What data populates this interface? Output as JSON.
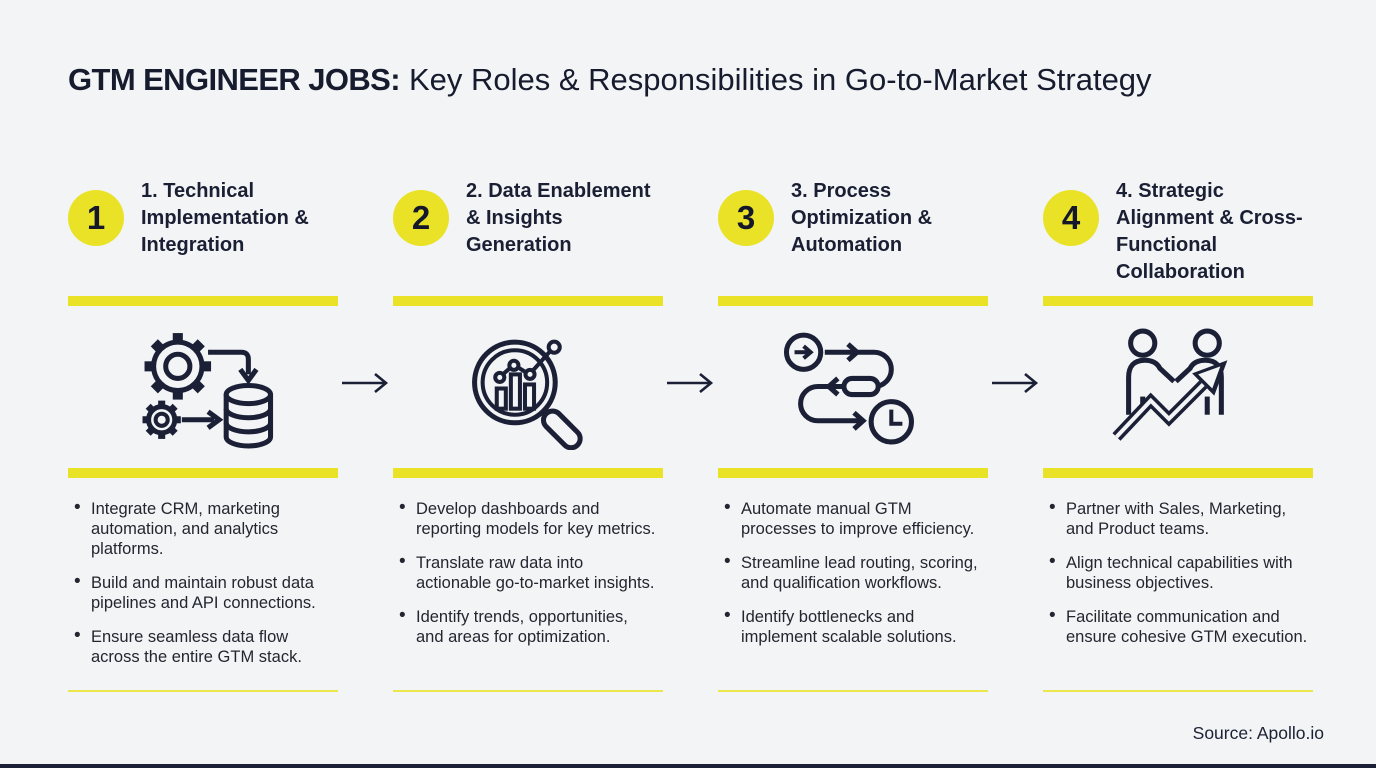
{
  "header": {
    "title_emphasis": "GTM ENGINEER JOBS:",
    "title_rest": "Key Roles & Responsibilities in Go-to-Market Strategy"
  },
  "footer": {
    "source": "Source: Apollo.io"
  },
  "colors": {
    "accent_yellow": "#e9e227",
    "navy": "#1b2036",
    "background": "#f2f4f6",
    "text": "#23262f"
  },
  "flow_arrow_icon": "right-arrow",
  "columns": [
    {
      "number": "1",
      "title": "1. Technical Implementation & Integration",
      "icon": "gears-database-icon",
      "bullets": [
        "Integrate CRM, marketing automation, and analytics platforms.",
        "Build and maintain robust data pipelines and API connections.",
        "Ensure seamless data flow across the entire GTM stack."
      ]
    },
    {
      "number": "2",
      "title": "2. Data Enablement & Insights Generation",
      "icon": "magnifier-chart-icon",
      "bullets": [
        "Develop dashboards and reporting models for key metrics.",
        "Translate raw data into actionable go-to-market insights.",
        "Identify trends, opportunities, and areas for optimization."
      ]
    },
    {
      "number": "3",
      "title": "3. Process Optimization & Automation",
      "icon": "process-flow-clock-icon",
      "bullets": [
        "Automate manual GTM processes to improve efficiency.",
        "Streamline lead routing, scoring, and qualification workflows.",
        "Identify bottlenecks and implement scalable solutions."
      ]
    },
    {
      "number": "4",
      "title": "4. Strategic Alignment & Cross-Functional Collaboration",
      "icon": "handshake-growth-arrow-icon",
      "bullets": [
        "Partner with Sales, Marketing, and Product teams.",
        "Align technical capabilities with business objectives.",
        "Facilitate communication and ensure cohesive GTM execution."
      ]
    }
  ]
}
